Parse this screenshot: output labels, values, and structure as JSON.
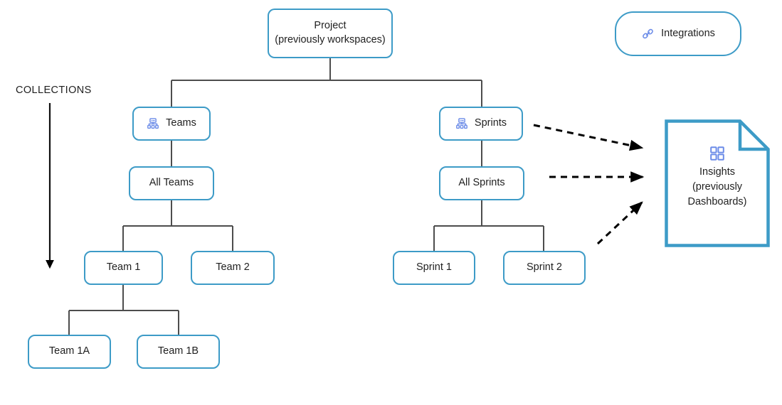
{
  "diagram": {
    "title": "Project hierarchy and collections diagram",
    "colors": {
      "node_border": "#3d9bc7",
      "node_fill": "#ffffff",
      "connector": "#4d4d4d",
      "arrow": "#000000",
      "icon_blue": "#6c8ce8",
      "text": "#1f1f1f"
    },
    "annotations": {
      "collections_label": "COLLECTIONS"
    },
    "nodes": {
      "project": {
        "label": "Project\n(previously workspaces)",
        "icon": ""
      },
      "integrations": {
        "label": "Integrations",
        "icon": "link-icon"
      },
      "teams": {
        "label": "Teams",
        "icon": "org-chart-icon"
      },
      "sprints": {
        "label": "Sprints",
        "icon": "org-chart-icon"
      },
      "all_teams": {
        "label": "All Teams",
        "icon": ""
      },
      "all_sprints": {
        "label": "All Sprints",
        "icon": ""
      },
      "team_1": {
        "label": "Team 1",
        "icon": ""
      },
      "team_2": {
        "label": "Team 2",
        "icon": ""
      },
      "sprint_1": {
        "label": "Sprint 1",
        "icon": ""
      },
      "sprint_2": {
        "label": "Sprint 2",
        "icon": ""
      },
      "team_1a": {
        "label": "Team 1A",
        "icon": ""
      },
      "team_1b": {
        "label": "Team 1B",
        "icon": ""
      },
      "insights": {
        "label": "Insights\n(previously\nDashboards)",
        "icon": "grid-2x2-icon"
      }
    },
    "edges": [
      {
        "from": "project",
        "to": "teams",
        "style": "solid"
      },
      {
        "from": "project",
        "to": "sprints",
        "style": "solid"
      },
      {
        "from": "teams",
        "to": "all_teams",
        "style": "solid"
      },
      {
        "from": "all_teams",
        "to": "team_1",
        "style": "solid"
      },
      {
        "from": "all_teams",
        "to": "team_2",
        "style": "solid"
      },
      {
        "from": "team_1",
        "to": "team_1a",
        "style": "solid"
      },
      {
        "from": "team_1",
        "to": "team_1b",
        "style": "solid"
      },
      {
        "from": "sprints",
        "to": "all_sprints",
        "style": "solid"
      },
      {
        "from": "all_sprints",
        "to": "sprint_1",
        "style": "solid"
      },
      {
        "from": "all_sprints",
        "to": "sprint_2",
        "style": "solid"
      },
      {
        "from": "sprints",
        "to": "insights",
        "style": "dashed-arrow"
      },
      {
        "from": "all_sprints",
        "to": "insights",
        "style": "dashed-arrow"
      },
      {
        "from": "sprint_2",
        "to": "insights",
        "style": "dashed-arrow"
      }
    ]
  }
}
